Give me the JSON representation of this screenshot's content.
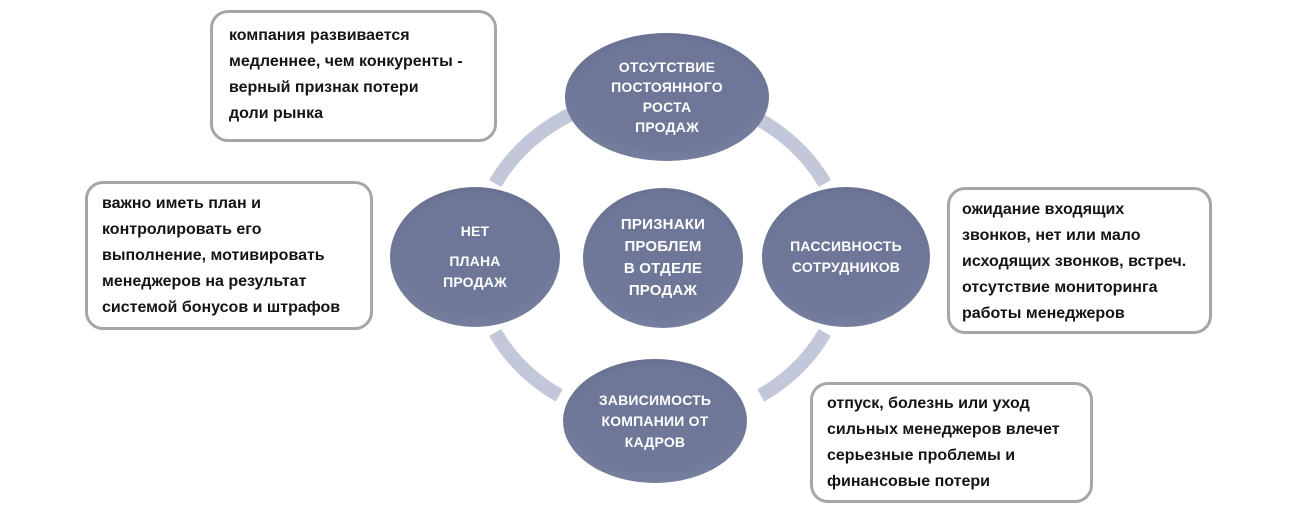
{
  "diagram": {
    "title": "Признаки проблем в отделе продаж",
    "type": "cycle",
    "nodes": {
      "center": {
        "lines": [
          "ПРИЗНАКИ",
          "ПРОБЛЕМ",
          "В ОТДЕЛЕ",
          "ПРОДАЖ"
        ]
      },
      "top": {
        "lines": [
          "ОТСУТСТВИЕ",
          "ПОСТОЯННОГО",
          "РОСТА",
          "ПРОДАЖ"
        ]
      },
      "right": {
        "lines": [
          "ПАССИВНОСТЬ",
          "СОТРУДНИКОВ"
        ]
      },
      "bottom": {
        "lines": [
          "ЗАВИСИМОСТЬ",
          "КОМПАНИИ ОТ",
          "КАДРОВ"
        ]
      },
      "left": {
        "lines": [
          "НЕТ",
          "ПЛАНА",
          "ПРОДАЖ"
        ]
      }
    },
    "callouts": {
      "top_left": {
        "relates_to": "top",
        "lines": [
          "компания развивается",
          "медленнее, чем конкуренты -",
          "верный признак потери",
          "доли рынка"
        ]
      },
      "left": {
        "relates_to": "left",
        "lines": [
          "важно иметь план и",
          "контролировать его",
          "выполнение, мотивировать",
          "менеджеров на результат",
          "системой бонусов и штрафов"
        ]
      },
      "right": {
        "relates_to": "right",
        "lines": [
          "ожидание входящих",
          "звонков, нет или мало",
          "исходящих звонков, встреч.",
          "отсутствие мониторинга",
          "работы менеджеров"
        ]
      },
      "bottom_right": {
        "relates_to": "bottom",
        "lines": [
          "отпуск, болезнь или уход",
          "сильных менеджеров влечет",
          "серьезные проблемы и",
          "финансовые потери"
        ]
      }
    },
    "colors": {
      "node_fill": "#6E7798",
      "node_text": "#FFFFFF",
      "ring": "#C3C7DA",
      "callout_border": "#A6A6A6",
      "callout_bg": "#FFFFFF",
      "callout_text": "#141414",
      "background": "#FFFFFF"
    }
  }
}
